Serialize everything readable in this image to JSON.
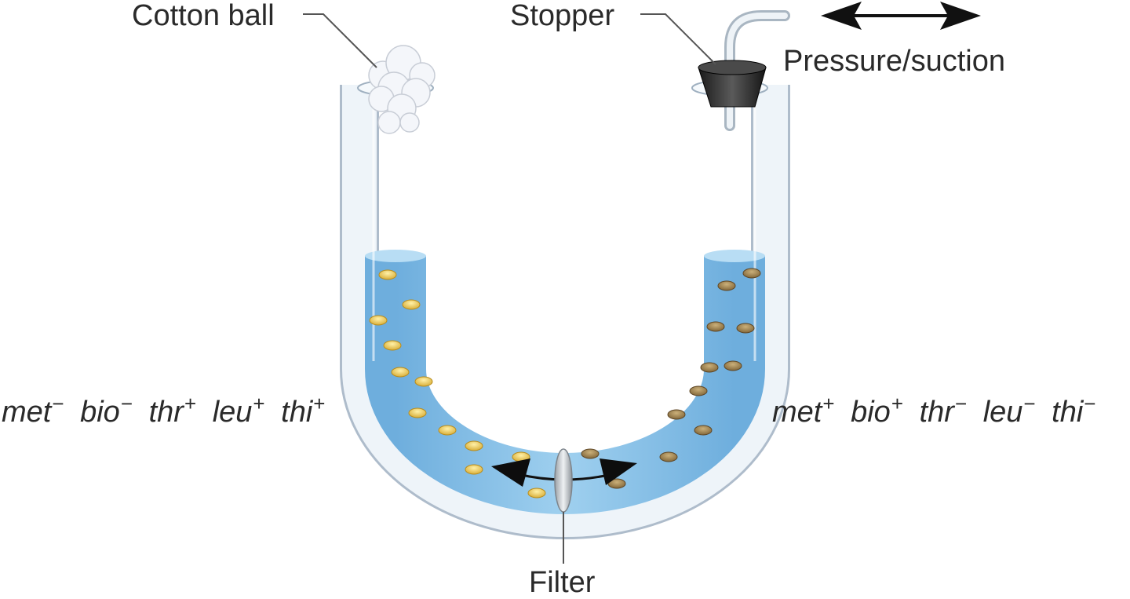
{
  "labels": {
    "cotton_ball": "Cotton ball",
    "stopper": "Stopper",
    "pressure": "Pressure/suction",
    "filter": "Filter"
  },
  "genotype_left": [
    {
      "gene": "met",
      "sign": "−"
    },
    {
      "gene": "bio",
      "sign": "−"
    },
    {
      "gene": "thr",
      "sign": "+"
    },
    {
      "gene": "leu",
      "sign": "+"
    },
    {
      "gene": "thi",
      "sign": "+"
    }
  ],
  "genotype_right": [
    {
      "gene": "met",
      "sign": "+"
    },
    {
      "gene": "bio",
      "sign": "+"
    },
    {
      "gene": "thr",
      "sign": "−"
    },
    {
      "gene": "leu",
      "sign": "−"
    },
    {
      "gene": "thi",
      "sign": "−"
    }
  ],
  "colors": {
    "liquid": "#8cc3e8",
    "glass": "#c9d6e0",
    "cells_left": "#e6c24a",
    "cells_right": "#9c7f4a",
    "stopper": "#2b2b2b",
    "arrows": "#111111"
  }
}
